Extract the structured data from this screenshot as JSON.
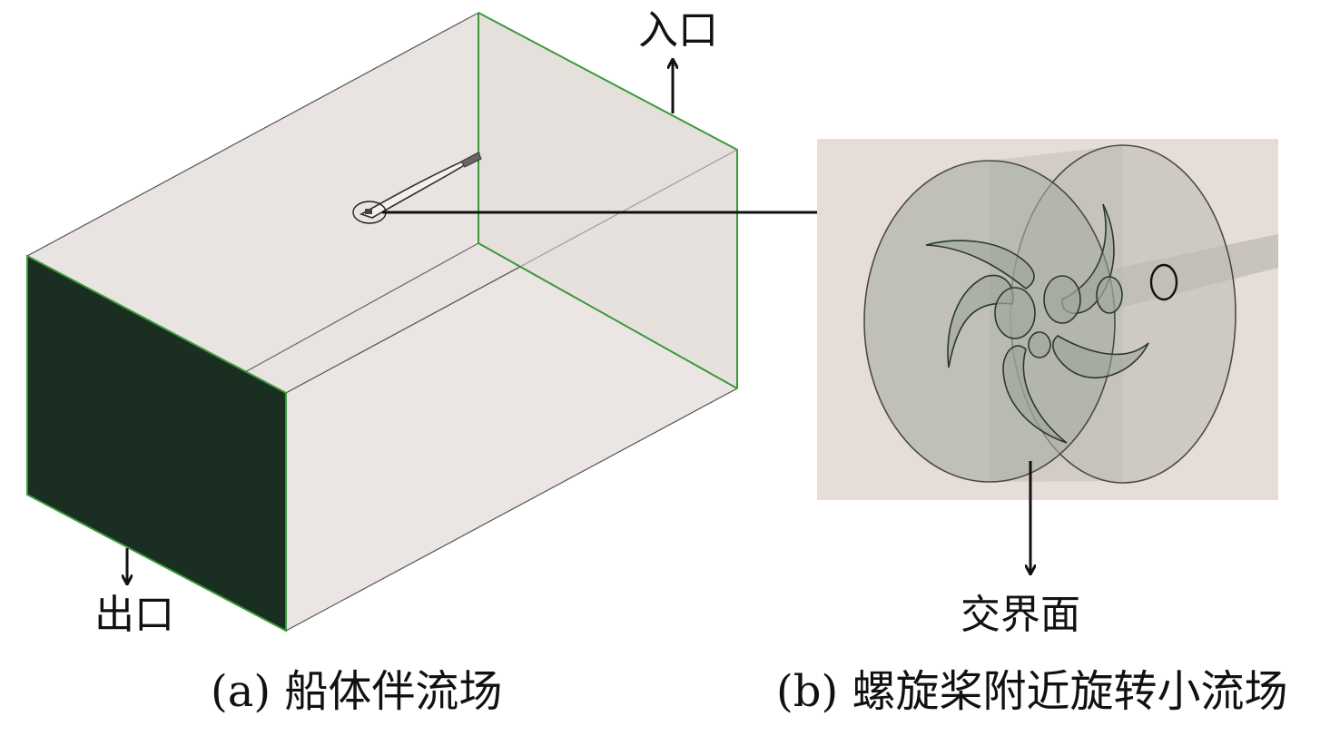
{
  "labels": {
    "inlet": "入口",
    "outlet": "出口",
    "interface": "交界面"
  },
  "captions": {
    "a": "(a) 船体伴流场",
    "b": "(b) 螺旋桨附近旋转小流场"
  },
  "colors": {
    "box_face": "#e7e2df",
    "outlet_face": "#1a2e22",
    "edge_green": "#3a9a3a",
    "edge_dark": "#444444",
    "zoom_bg": "#e6dcd8",
    "disc_fill": "#aeb1a8",
    "blade_stroke": "#2a3a2a",
    "arrow": "#111111"
  }
}
